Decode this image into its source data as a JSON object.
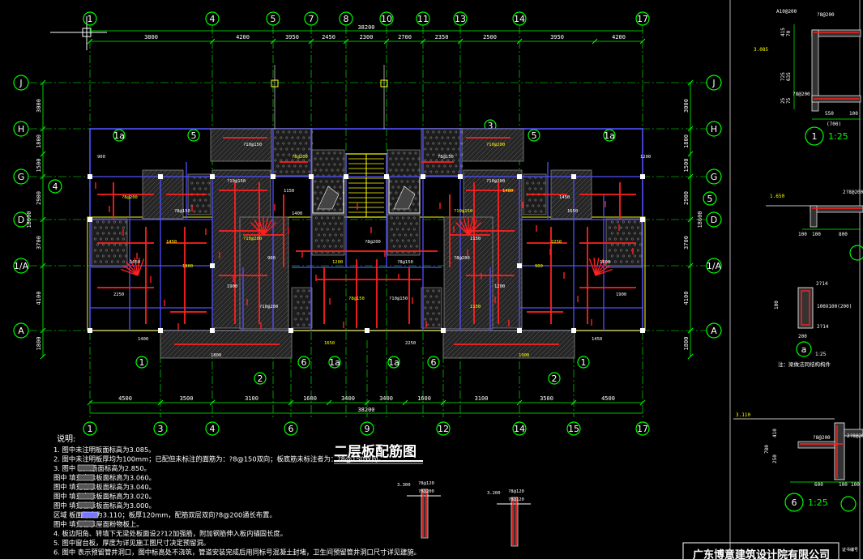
{
  "drawing": {
    "title": "二层板配筋图",
    "top_axes": [
      "1",
      "4",
      "5",
      "7",
      "8",
      "10",
      "11",
      "13",
      "14",
      "17"
    ],
    "bottom_axes": [
      "1",
      "3",
      "4",
      "6",
      "9",
      "12",
      "14",
      "15",
      "17"
    ],
    "side_axes": [
      "J",
      "H",
      "G",
      "D",
      "1/A",
      "A"
    ],
    "overall_top": "38200",
    "overall_bottom": "38200",
    "top_dims": [
      "3800",
      "4200",
      "3950",
      "2450",
      "2300",
      "2700",
      "2350",
      "2500",
      "3950",
      "4200",
      "3800"
    ],
    "bottom_dims": [
      "4500",
      "3500",
      "3100",
      "1600",
      "3400",
      "3400",
      "1600",
      "3100",
      "3500",
      "4500"
    ],
    "left_dims": [
      "3000",
      "1800",
      "1500",
      "2900",
      "3700",
      "4100",
      "1800"
    ],
    "left_total": "18600",
    "right_dims": [
      "3000",
      "1800",
      "1500",
      "2900",
      "3700",
      "4100",
      "1800"
    ],
    "right_total": "18600",
    "section_marks_top": [
      "1a",
      "5",
      "3",
      "5",
      "1a"
    ],
    "section_marks_bottom": [
      "1",
      "2",
      "6",
      "1a",
      "1a",
      "6",
      "2",
      "1"
    ],
    "section_mark_side": [
      "4",
      "5"
    ],
    "rebar_labels": [
      "?8@200",
      "?8@150",
      "?10@150",
      "?10@200",
      "1150",
      "1400",
      "1450",
      "1650",
      "2250",
      "1800",
      "1900",
      "900",
      "1200"
    ]
  },
  "notes": {
    "heading": "说明:",
    "lines": [
      "1. 图中未注明板面标高为3.085。",
      "2. 图中未注明板厚均为100mm；已配但未标注的面筋为：?8@150双向；板底筋未标注者为：?8@150双向。",
      "3. 图中      板底筋面标高为2.850。",
      "   图中      填充者示板面标高为3.060。",
      "   图中      填充者示板面标高为3.040。",
      "   图中      填充者示板面标高为3.020。",
      "   图中      填充者示板面标高为3.000。",
      "        区域  板面标高为3.110；板厚120mm，配筋双层双向?8@200通长布置。",
      "   图中      填充者示屋面粉物板上。",
      "4. 板边阳角、转墙下无梁处板面设2?12加强筋，附加钢筋伸入板内锚固长度。",
      "5. 图中窗台板，厚度为详见施工图尺寸决定预留洞。",
      "6. 图中      表示预留管井洞口，图中标高处不浇筑，管道安装完成后用同标号混凝土封堵，卫生间预留管井洞口尺寸详见建施。"
    ]
  },
  "details": {
    "d1": {
      "mark": "1",
      "scale": "1:25",
      "labels": [
        "A10@200",
        "?8@200",
        "3.085",
        "?8@200",
        "550",
        "100",
        "(700)",
        "415",
        "70",
        "725",
        "635",
        "25",
        "75"
      ]
    },
    "d5": {
      "mark": "5",
      "scale": "1:25",
      "labels": [
        "1.650",
        "2?8@200",
        "100",
        "100",
        "800"
      ]
    },
    "da": {
      "mark": "a",
      "scale": "1:25",
      "labels": [
        "2?14",
        "100X100(200)",
        "2?14",
        "100",
        "200"
      ],
      "note": "注：梁做法同结构构件"
    },
    "d6": {
      "mark": "6",
      "scale": "1:25",
      "labels": [
        "3.110",
        "?8@200",
        "2?8@200",
        "780",
        "410",
        "250",
        "600",
        "100",
        "100"
      ]
    },
    "s2": {
      "labels": [
        "3.300",
        "?8@120",
        "?8@200"
      ]
    },
    "s3": {
      "labels": [
        "3.200",
        "?8@120",
        "?8@120"
      ]
    }
  },
  "titleblock": {
    "company": "广东博意建筑设计院有限公司",
    "cell": "证书编号"
  },
  "colors": {
    "background": "#000000",
    "axis": "#00ff00",
    "wall": "#5050ff",
    "rebar": "#ff2020",
    "text": "#ffffff",
    "label": "#ffff00",
    "frame": "#ffffff"
  }
}
